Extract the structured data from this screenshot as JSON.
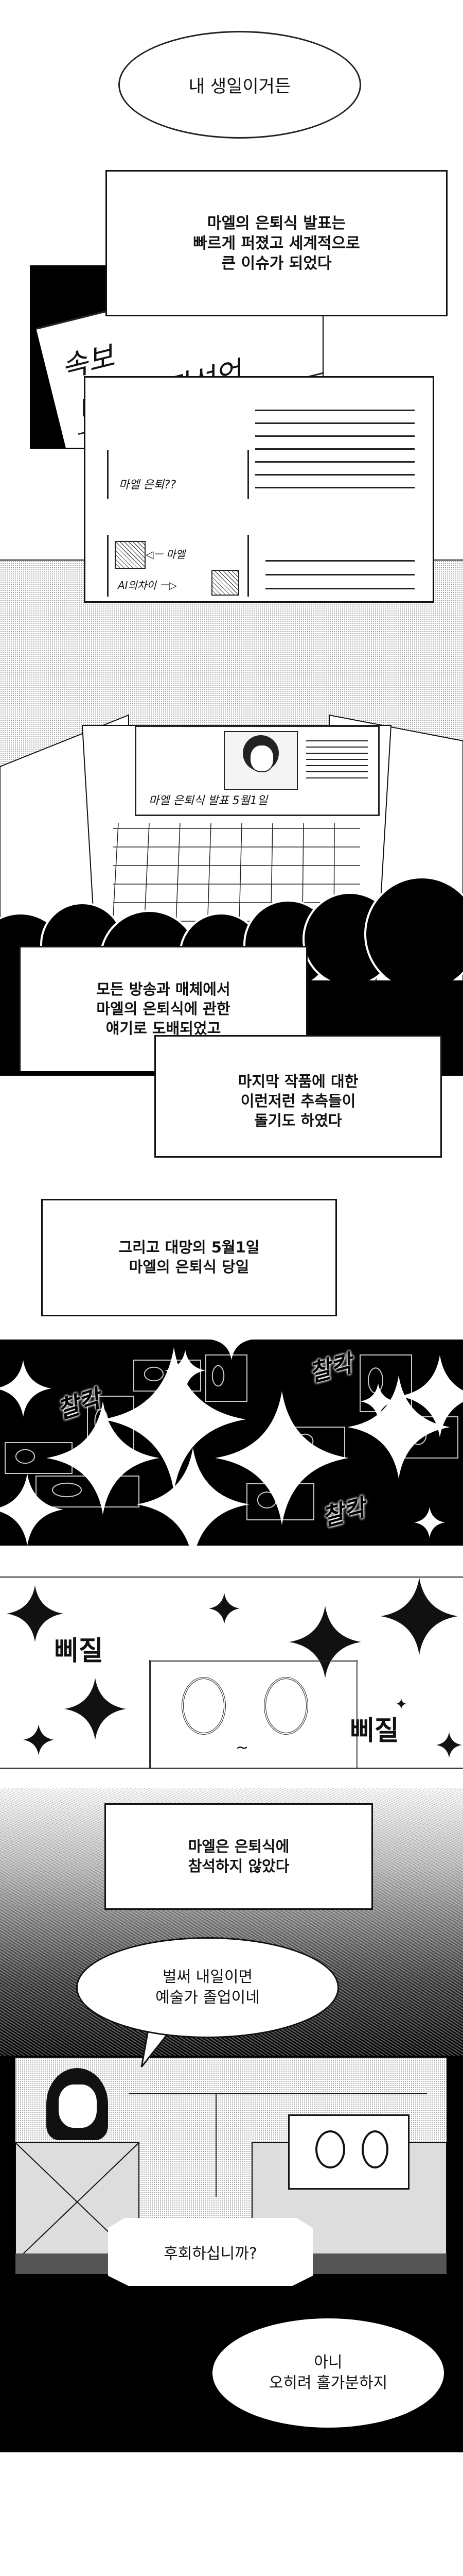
{
  "speech": {
    "birthday": "내 생일이거든",
    "graduation": "벌써 내일이면\n예술가 졸업이네",
    "regret_question": "후회하십니까?",
    "answer": "아니\n오히려 홀가분하지"
  },
  "narration": {
    "announcement_spread": "마엘의 은퇴식 발표는\n빠르게 퍼졌고 세계적으로\n큰 이슈가 되었다",
    "media_coverage": "모든 방송과 매체에서\n마엘의 은퇴식에 관한\n얘기로 도배되었고",
    "speculation": "마지막 작품에 대한\n이런저런 추측들이\n돌기도 하였다",
    "the_day": "그리고 대망의 5월1일\n마엘의 은퇴식 당일",
    "absence": "마엘은 은퇴식에\n참석하지 않았다"
  },
  "newspaper": {
    "headline_top": "속보",
    "headline_main": "마엘 은퇴선언",
    "article_caption": "마엘 은퇴??",
    "comparison_left": "◁ㅡ 마엘",
    "comparison_right": "AI의차이 ㅡ▷"
  },
  "billboard": {
    "caption": "마엘 은퇴식 발표 5월1일"
  },
  "sound_effects": {
    "camera_click": [
      "찰칵",
      "찰칵",
      "찰칵"
    ],
    "sweat": [
      "삐질",
      "삐질"
    ]
  },
  "colors": {
    "ink": "#111111",
    "paper": "#ffffff",
    "screentone": "#9a9a9a"
  }
}
